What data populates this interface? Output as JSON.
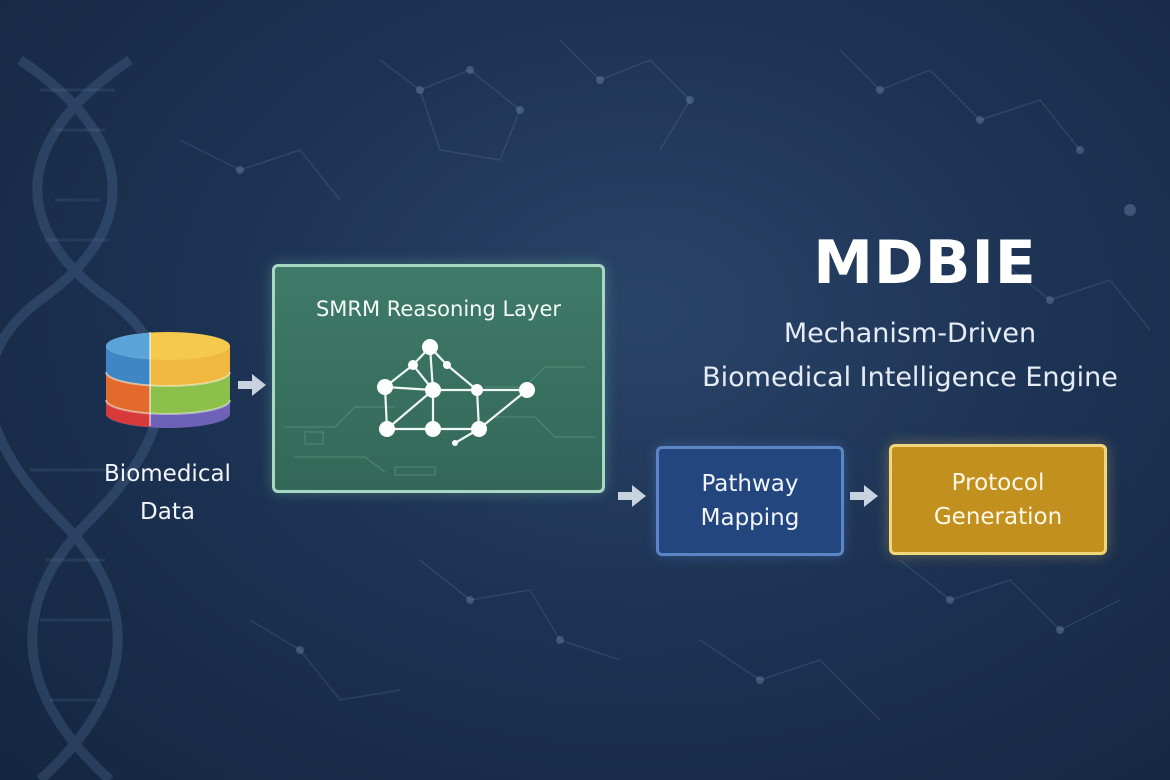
{
  "title": "MDBIE",
  "subtitle": {
    "line1": "Mechanism-Driven",
    "line2": "Biomedical Intelligence Engine"
  },
  "nodes": {
    "data_source": {
      "line1": "Biomedical",
      "line2": "Data",
      "icon": "database-icon",
      "colors": [
        "#4a90c8",
        "#f0b840",
        "#e26a2c",
        "#8cc04a",
        "#d83a3a",
        "#7a6cc0"
      ]
    },
    "smrm": {
      "label": "SMRM Reasoning Layer",
      "icon": "network-graph-icon",
      "color": "#3a7362"
    },
    "pathway": {
      "line1": "Pathway",
      "line2": "Mapping",
      "color": "#23467e"
    },
    "protocol": {
      "line1": "Protocol",
      "line2": "Generation",
      "color": "#c2901f"
    }
  },
  "arrows": [
    "data-to-smrm",
    "smrm-to-pathway",
    "pathway-to-protocol"
  ],
  "colors": {
    "background": "#1d3354",
    "arrow": "#c9d3df"
  },
  "background_motif": [
    "dna-helix-icon",
    "molecule-network-icon"
  ]
}
